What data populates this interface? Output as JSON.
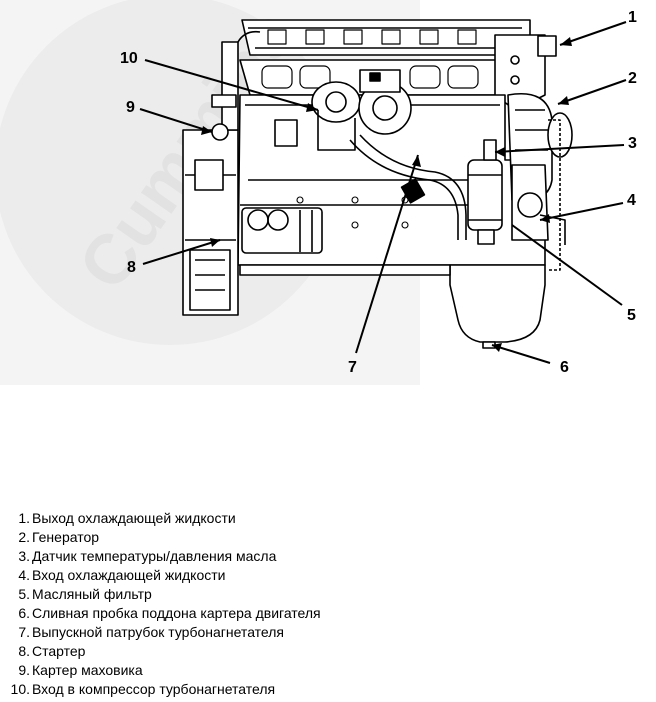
{
  "diagram": {
    "watermark": "Cummins",
    "callouts": [
      "1",
      "2",
      "3",
      "4",
      "5",
      "6",
      "7",
      "8",
      "9",
      "10"
    ]
  },
  "legend": [
    {
      "num": "1.",
      "text": "Выход охлаждающей жидкости"
    },
    {
      "num": "2.",
      "text": "Генератор"
    },
    {
      "num": "3.",
      "text": "Датчик температуры/давления масла"
    },
    {
      "num": "4.",
      "text": "Вход охлаждающей жидкости"
    },
    {
      "num": "5.",
      "text": "Масляный фильтр"
    },
    {
      "num": "6.",
      "text": "Сливная пробка поддона картера двигателя"
    },
    {
      "num": "7.",
      "text": "Выпускной патрубок турбонагнетателя"
    },
    {
      "num": "8.",
      "text": "Стартер"
    },
    {
      "num": "9.",
      "text": "Картер маховика"
    },
    {
      "num": "10.",
      "text": "Вход в компрессор турбонагнетателя"
    }
  ]
}
